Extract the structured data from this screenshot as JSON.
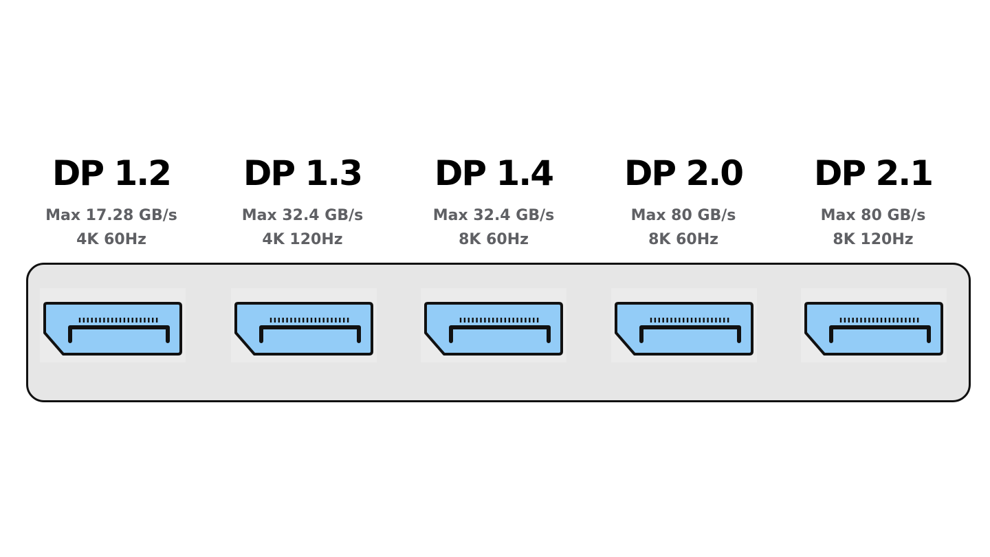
{
  "colors": {
    "background": "#ffffff",
    "panel": "#e6e6e6",
    "port_fill": "#93ccf7",
    "title_text": "#000000",
    "spec_text": "#5f6064",
    "outline": "#111111"
  },
  "icon": "displayport-connector-icon",
  "versions": [
    {
      "title": "DP 1.2",
      "bandwidth": "Max 17.28 GB/s",
      "resolution": "4K 60Hz"
    },
    {
      "title": "DP 1.3",
      "bandwidth": "Max 32.4 GB/s",
      "resolution": "4K 120Hz"
    },
    {
      "title": "DP 1.4",
      "bandwidth": "Max 32.4 GB/s",
      "resolution": "8K 60Hz"
    },
    {
      "title": "DP 2.0",
      "bandwidth": "Max 80 GB/s",
      "resolution": "8K 60Hz"
    },
    {
      "title": "DP 2.1",
      "bandwidth": "Max 80 GB/s",
      "resolution": "8K 120Hz"
    }
  ]
}
